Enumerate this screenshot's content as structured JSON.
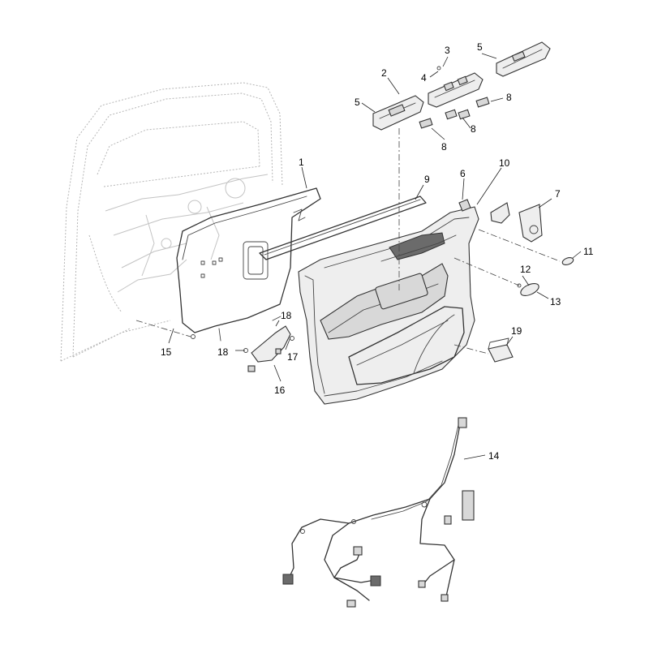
{
  "callouts": [
    {
      "id": "c1",
      "text": "1"
    },
    {
      "id": "c2",
      "text": "2"
    },
    {
      "id": "c3",
      "text": "3"
    },
    {
      "id": "c4",
      "text": "4"
    },
    {
      "id": "c5a",
      "text": "5"
    },
    {
      "id": "c5b",
      "text": "5"
    },
    {
      "id": "c6",
      "text": "6"
    },
    {
      "id": "c7",
      "text": "7"
    },
    {
      "id": "c8a",
      "text": "8"
    },
    {
      "id": "c8b",
      "text": "8"
    },
    {
      "id": "c8c",
      "text": "8"
    },
    {
      "id": "c9",
      "text": "9"
    },
    {
      "id": "c10",
      "text": "10"
    },
    {
      "id": "c11",
      "text": "11"
    },
    {
      "id": "c12",
      "text": "12"
    },
    {
      "id": "c13",
      "text": "13"
    },
    {
      "id": "c14",
      "text": "14"
    },
    {
      "id": "c15",
      "text": "15"
    },
    {
      "id": "c16",
      "text": "16"
    },
    {
      "id": "c17",
      "text": "17"
    },
    {
      "id": "c18a",
      "text": "18"
    },
    {
      "id": "c18b",
      "text": "18"
    },
    {
      "id": "c19",
      "text": "19"
    }
  ]
}
